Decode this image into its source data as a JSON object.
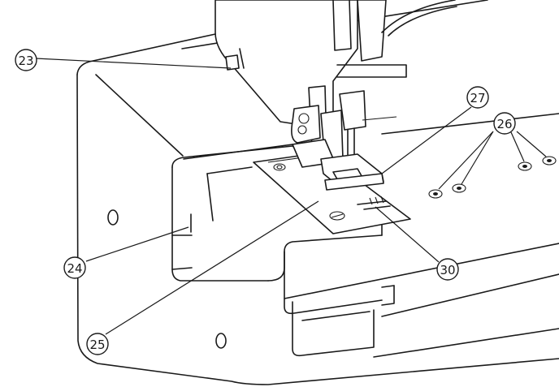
{
  "callouts": [
    {
      "id": "c23",
      "label": "23"
    },
    {
      "id": "c24",
      "label": "24"
    },
    {
      "id": "c25",
      "label": "25"
    },
    {
      "id": "c26",
      "label": "26"
    },
    {
      "id": "c27",
      "label": "27"
    },
    {
      "id": "c30",
      "label": "30"
    }
  ],
  "colors": {
    "ink": "#1a1a1a",
    "paper": "#ffffff"
  }
}
